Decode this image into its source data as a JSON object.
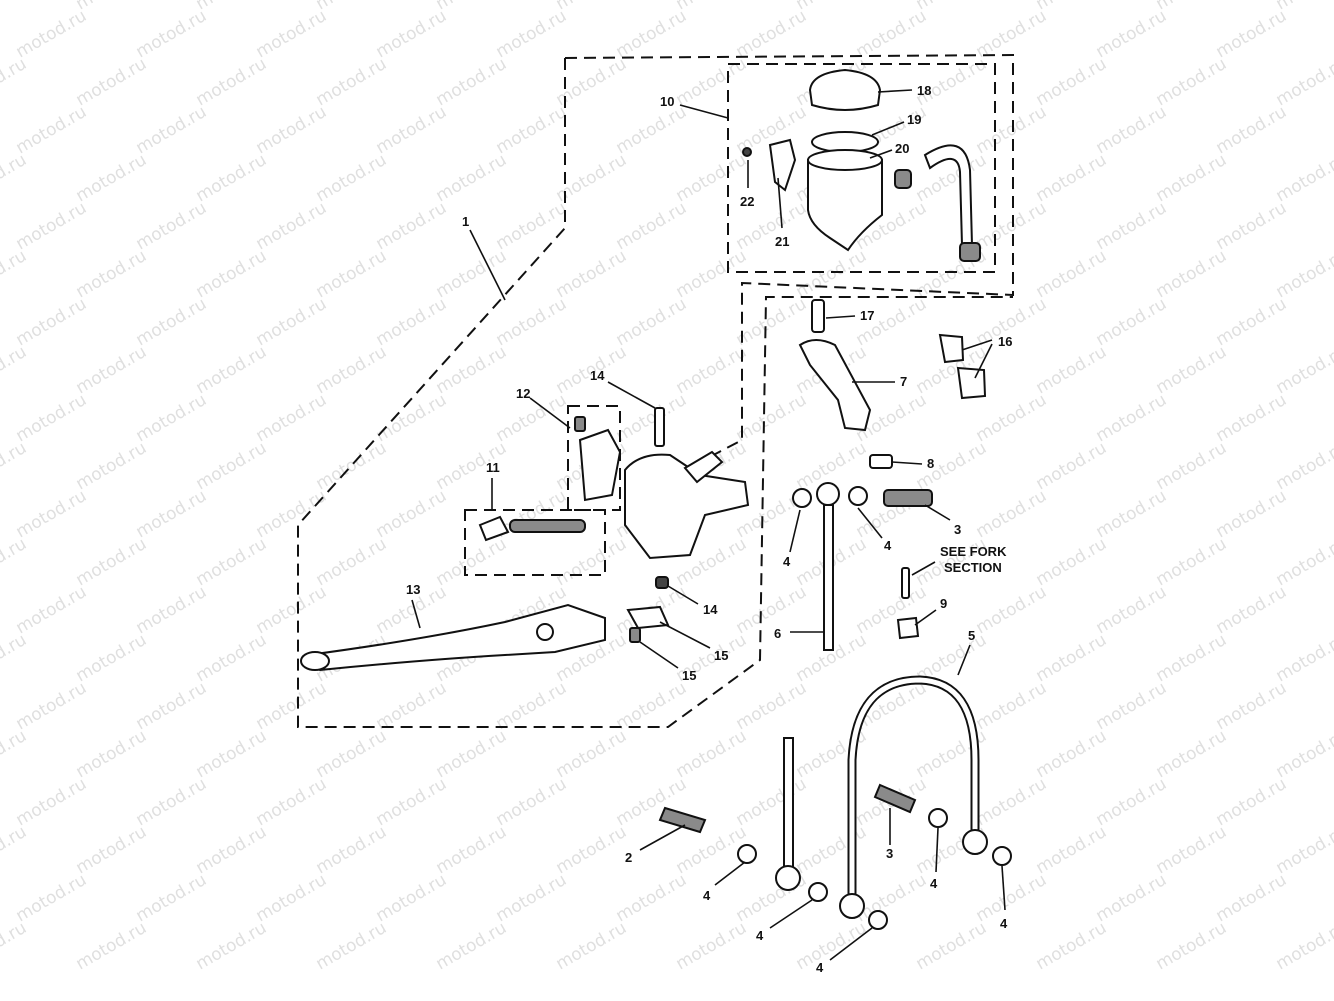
{
  "watermark": {
    "text": "motod.ru"
  },
  "callouts": {
    "c1": "1",
    "c2": "2",
    "c3a": "3",
    "c3b": "3",
    "c4a": "4",
    "c4b": "4",
    "c4c": "4",
    "c4d": "4",
    "c4e": "4",
    "c4f": "4",
    "c4g": "4",
    "c5": "5",
    "c6": "6",
    "c7": "7",
    "c8": "8",
    "c9": "9",
    "c10": "10",
    "c11": "11",
    "c12": "12",
    "c13": "13",
    "c14a": "14",
    "c14b": "14",
    "c15a": "15",
    "c15b": "15",
    "c16": "16",
    "c17": "17",
    "c18": "18",
    "c19": "19",
    "c20": "20",
    "c21": "21",
    "c22": "22"
  },
  "note": {
    "line1": "SEE FORK",
    "line2": "SECTION"
  }
}
